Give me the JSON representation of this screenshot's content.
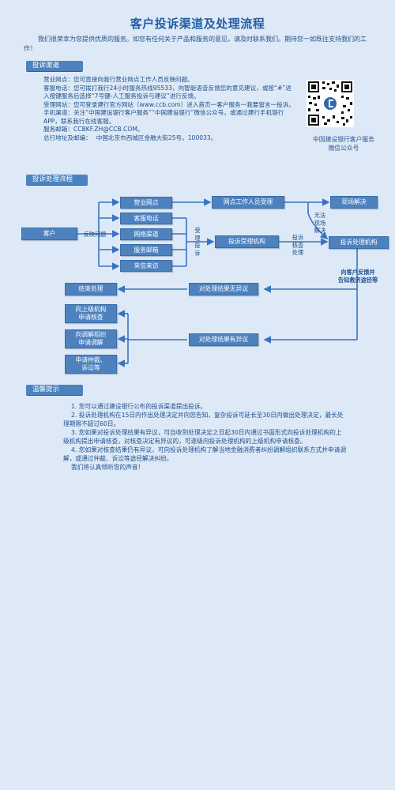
{
  "title": "客户投诉渠道及处理流程",
  "intro": "我们很荣幸为您提供优质的服务。如您有任何关于产品和服务的意见，请及时联系我们。期待您一如既往支持我们的工作！",
  "section1": "投诉渠道",
  "channels": [
    {
      "label": "营业网点：",
      "text": "您可直接向我行营业网点工作人员反映问题。"
    },
    {
      "label": "客服电话：",
      "text": "您可拨打我行24小时服务热线95533，向智能语音反馈您的意见建议，或按“#”进入按键服务后选择“7号键-人工服务投诉与建议”进行反馈。"
    },
    {
      "label": "受理网站：",
      "text": "您可登录建行官方网站（www.ccb.com）进入首页一客户服务一我要留言一投诉。"
    },
    {
      "label": "手机渠道：",
      "text": "关注“中国建设银行客户服务”“中国建设银行”微信公众号，或通过建行手机银行APP，联系我行在线客服。"
    },
    {
      "label": "服务邮箱：",
      "text": "CCBKF.ZH@CCB.COM。"
    },
    {
      "label": "总行地址及邮编：",
      "text": "中国北京市西城区金融大街25号，100033。"
    }
  ],
  "qr_caption": [
    "中国建设银行客户服务",
    "微信公众号"
  ],
  "section2": "投诉处理流程",
  "flow": {
    "customer": "客户",
    "report": "反映问题",
    "channels": [
      "营业网点",
      "客服电话",
      "网络渠道",
      "服务邮箱",
      "来信来访"
    ],
    "accept_label": [
      "受",
      "理",
      "投",
      "诉"
    ],
    "staff_accept": "网点工作人员受理",
    "onsite": "现场解决",
    "cannot_onsite": [
      "无法",
      "现场",
      "解决"
    ],
    "complaint_org": "投诉受理机构",
    "verify": [
      "投诉",
      "核查",
      "处理"
    ],
    "process_org": "投诉处理机构",
    "feedback": [
      "向客户反馈并",
      "告知救济途径等"
    ],
    "no_objection": "对处理结果无异议",
    "close": "结束处理",
    "has_objection": "对处理结果有异议",
    "review_org": [
      "向上级机构",
      "申请核查"
    ],
    "mediation": [
      "向调解组织",
      "申请调解"
    ],
    "arbitration": [
      "申请仲裁、",
      "诉讼等"
    ]
  },
  "section3": "温馨提示",
  "tips": [
    "1. 您可以通过建设银行公布的投诉渠道提出投诉。",
    "2. 投诉处理机构在15日内作出处理决定并向您告知，复杂投诉可延长至30日内做出处理决定，最长处理期限不超过60日。",
    "3. 您如果对投诉处理结果有异议，可自收到处理决定之日起30日内通过书面形式向投诉处理机构的上级机构提出申请核查，对核查决定有异议的，可逐级向投诉处理机构的上级机构申请核查。",
    "4. 您如果对核查结果仍有异议，可向投诉处理机构了解当地金融消费者纠纷调解组织联系方式并申请调解，或通过仲裁、诉讼等途径解决纠纷。",
    "我们将认真倾听您的声音！"
  ],
  "colors": {
    "box": "#4d82bf",
    "background": "#dde9f6",
    "text": "#1f4f8c"
  }
}
